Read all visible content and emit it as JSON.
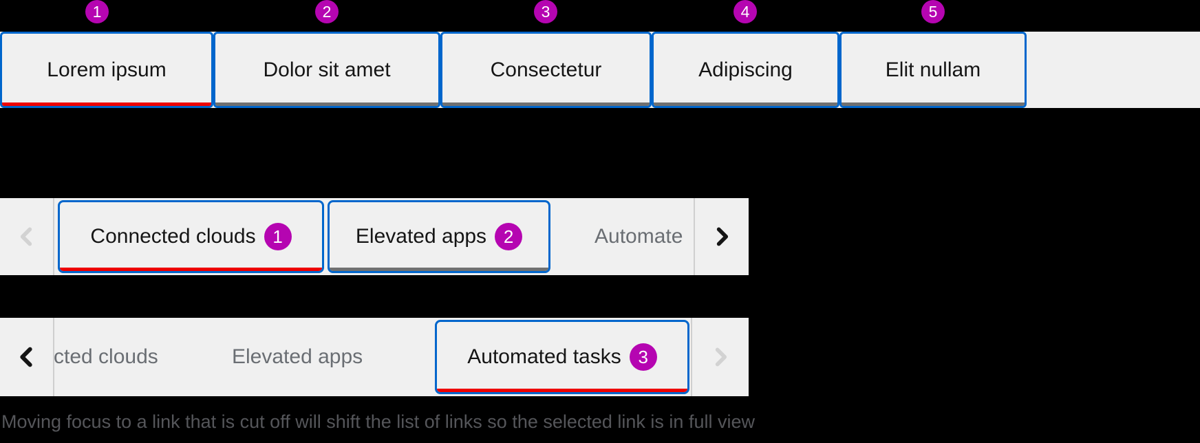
{
  "colors": {
    "focus_ring_blue": "#0066CC",
    "selected_underline_red": "#EE0000",
    "unselected_underline_gray": "#707070",
    "annotation_badge_magenta": "#B505B1",
    "tab_background": "#F0F0F0",
    "label_text": "#151515",
    "muted_label_text": "#6A6E73",
    "disabled_chevron": "#D2D2D2",
    "enabled_chevron": "#151515",
    "page_background": "#000000",
    "caption_text": "#55565A"
  },
  "annotations": {
    "top": [
      "1",
      "2",
      "3",
      "4",
      "5"
    ]
  },
  "top_tab_bar": {
    "tabs": [
      {
        "label": "Lorem ipsum",
        "selected": true
      },
      {
        "label": "Dolor sit amet",
        "selected": false
      },
      {
        "label": "Consectetur",
        "selected": false
      },
      {
        "label": "Adipiscing",
        "selected": false
      },
      {
        "label": "Elit nullam",
        "selected": false
      }
    ]
  },
  "middle_tab_bar": {
    "scroll_back_disabled": true,
    "scroll_forward_disabled": false,
    "tabs": [
      {
        "label": "Connected clouds",
        "badge": "1",
        "selected": true
      },
      {
        "label": "Elevated apps",
        "badge": "2",
        "selected": false
      },
      {
        "label": "Automate",
        "cut_off": true
      }
    ]
  },
  "bottom_tab_bar": {
    "scroll_back_disabled": false,
    "scroll_forward_disabled": true,
    "tabs": [
      {
        "label": "cted clouds",
        "cut_off": true
      },
      {
        "label": "Elevated apps"
      },
      {
        "label": "Automated tasks",
        "badge": "3",
        "selected": true
      }
    ]
  },
  "caption": "Moving focus to a link that is cut off will shift the list of links so the selected link is in full view"
}
